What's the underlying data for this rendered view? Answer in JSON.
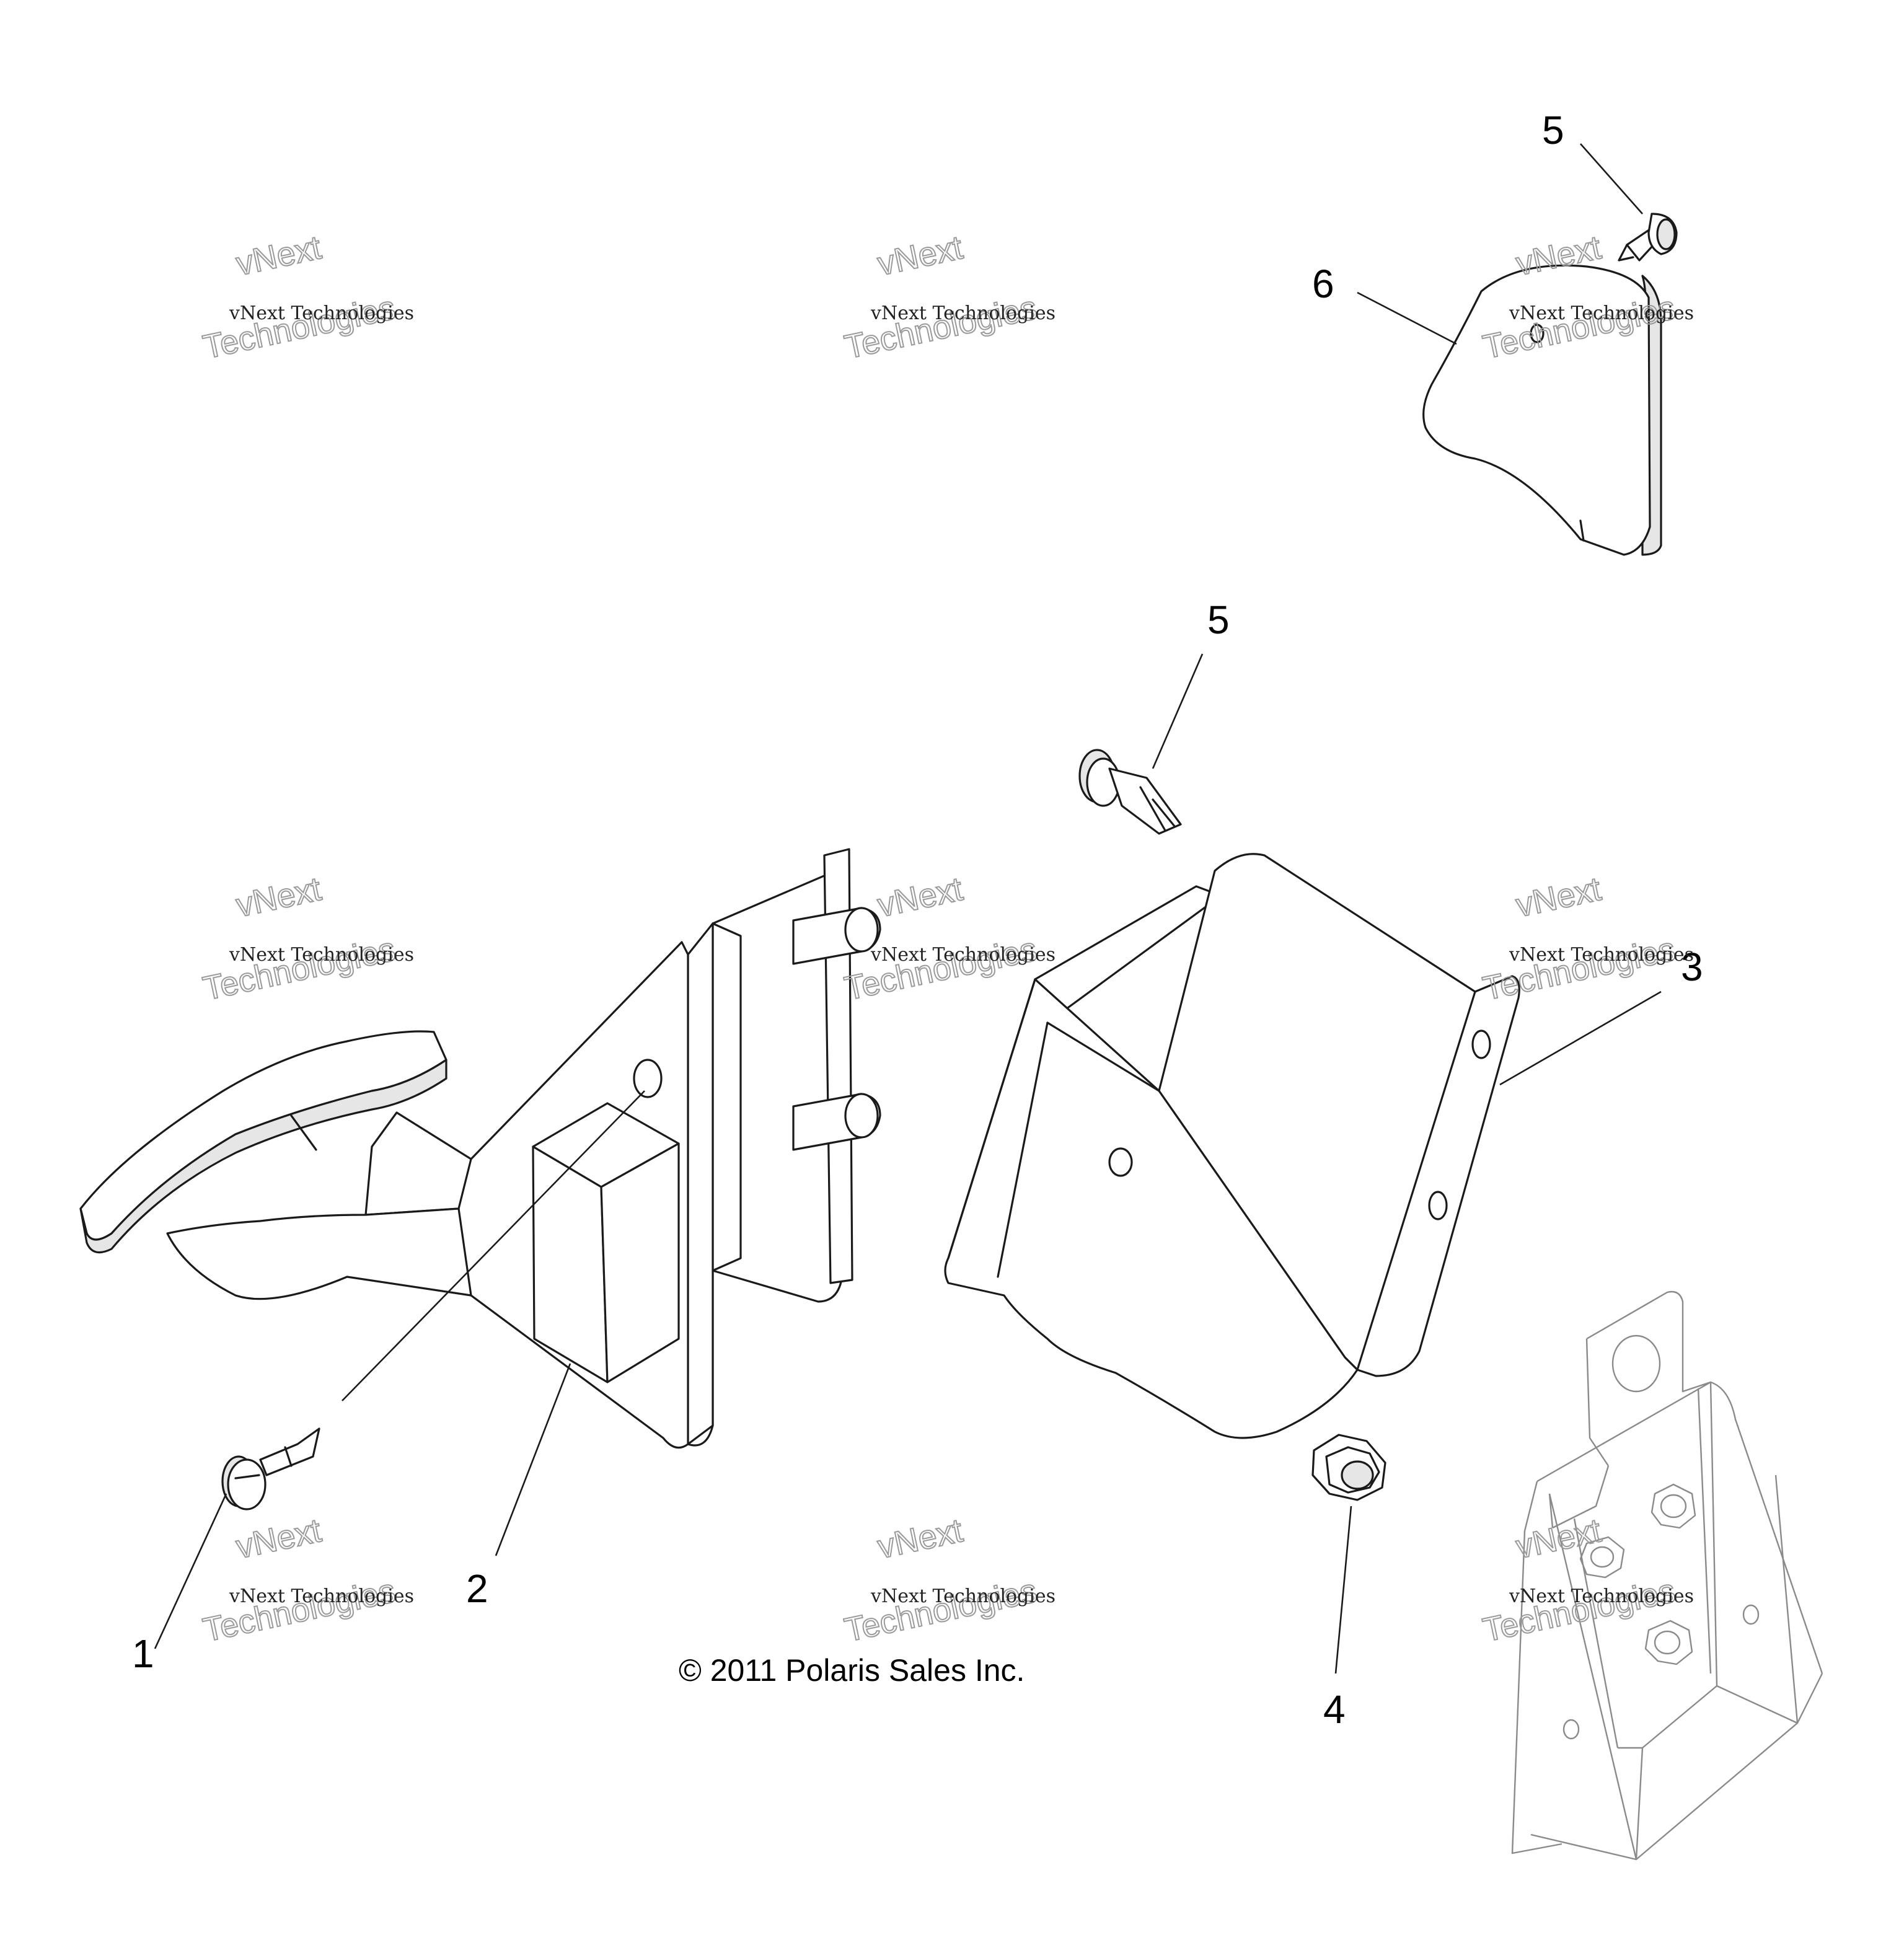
{
  "diagram": {
    "callouts": [
      "1",
      "2",
      "3",
      "4",
      "5",
      "5",
      "6"
    ],
    "copyright": "© 2011 Polaris Sales Inc.",
    "watermark": {
      "line1": "vNext Technologies",
      "line2": "vNext",
      "line3": "Technologies"
    }
  }
}
